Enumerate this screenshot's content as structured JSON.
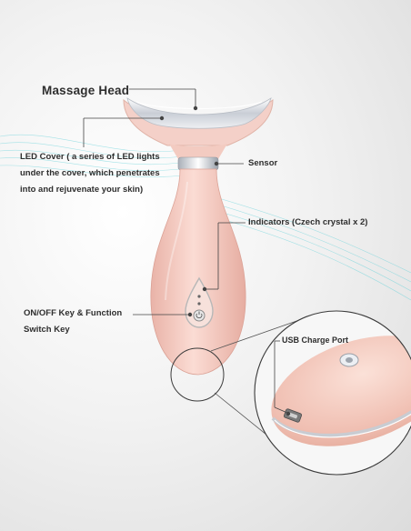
{
  "labels": {
    "massage_head": "Massage Head",
    "led_cover_1": "LED Cover ( a series of LED lights",
    "led_cover_2": "under the cover, which penetrates",
    "led_cover_3": "into and rejuvenate your skin)",
    "sensor": "Sensor",
    "indicators": "Indicators (Czech crystal x 2)",
    "onoff_1": "ON/OFF Key & Function",
    "onoff_2": "Switch Key",
    "usb": "USB Charge Port"
  },
  "colors": {
    "body_pink": "#f2c7be",
    "head_silver": "#d9dde2",
    "leader_line": "#444444"
  }
}
